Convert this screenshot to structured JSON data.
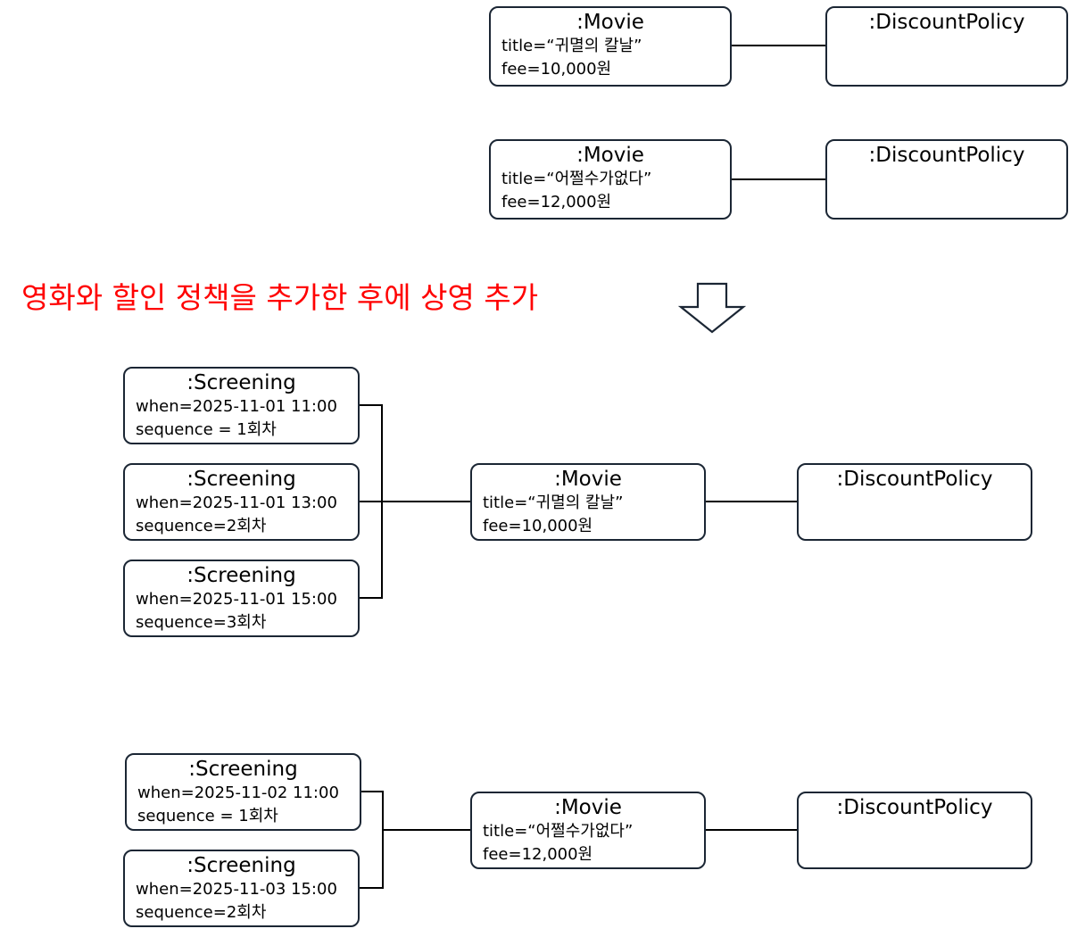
{
  "colors": {
    "border": "#1b2634",
    "connector": "#000000",
    "caption": "#ff0000"
  },
  "caption": "영화와 할인 정책을 추가한 후에 상영 추가",
  "arrow_icon": "hollow-down-arrow-icon",
  "before": {
    "row1": {
      "movie": {
        "name": ":Movie",
        "title": "title=“귀멸의 칼날”",
        "fee": "fee=10,000원"
      },
      "policy": {
        "name": ":DiscountPolicy"
      }
    },
    "row2": {
      "movie": {
        "name": ":Movie",
        "title": "title=“어쩔수가없다”",
        "fee": "fee=12,000원"
      },
      "policy": {
        "name": ":DiscountPolicy"
      }
    }
  },
  "after": {
    "group1": {
      "screenings": [
        {
          "name": ":Screening",
          "when": "when=2025-11-01 11:00",
          "sequence": "sequence = 1회차"
        },
        {
          "name": ":Screening",
          "when": "when=2025-11-01 13:00",
          "sequence": "sequence=2회차"
        },
        {
          "name": ":Screening",
          "when": "when=2025-11-01 15:00",
          "sequence": "sequence=3회차"
        }
      ],
      "movie": {
        "name": ":Movie",
        "title": "title=“귀멸의 칼날”",
        "fee": "fee=10,000원"
      },
      "policy": {
        "name": ":DiscountPolicy"
      }
    },
    "group2": {
      "screenings": [
        {
          "name": ":Screening",
          "when": "when=2025-11-02 11:00",
          "sequence": "sequence = 1회차"
        },
        {
          "name": ":Screening",
          "when": "when=2025-11-03 15:00",
          "sequence": "sequence=2회차"
        }
      ],
      "movie": {
        "name": ":Movie",
        "title": "title=“어쩔수가없다”",
        "fee": "fee=12,000원"
      },
      "policy": {
        "name": ":DiscountPolicy"
      }
    }
  }
}
